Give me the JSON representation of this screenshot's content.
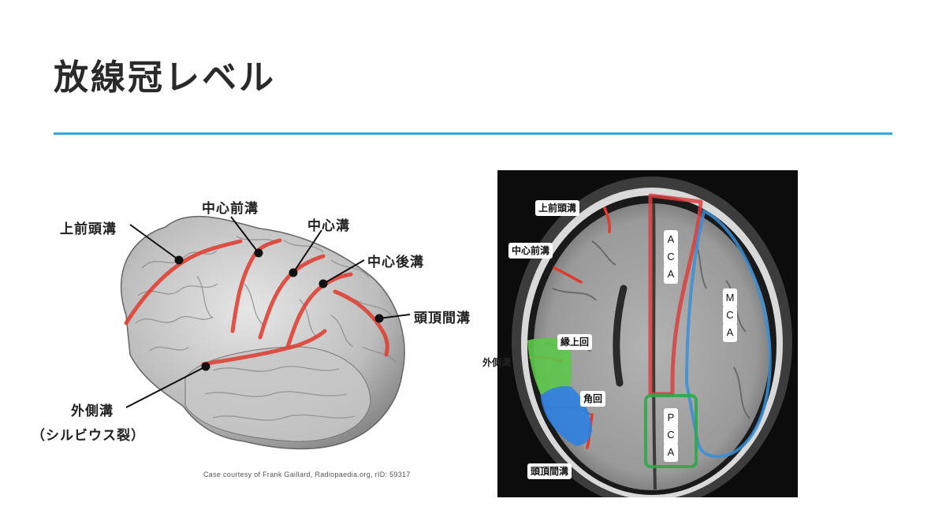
{
  "slide": {
    "title": "放線冠レベル"
  },
  "lateral_view": {
    "labels": {
      "superior_frontal_sulcus": "上前頭溝",
      "precentral_sulcus": "中心前溝",
      "central_sulcus": "中心溝",
      "postcentral_sulcus": "中心後溝",
      "intraparietal_sulcus": "頭頂間溝",
      "lateral_sulcus": "外側溝",
      "sylvian_fissure": "（シルビウス裂）"
    },
    "credit": "Case courtesy of Frank Gaillard, Radiopaedia.org, rID: 59317"
  },
  "mri_view": {
    "labels": {
      "superior_frontal_sulcus": "上前頭溝",
      "precentral_sulcus": "中心前溝",
      "supramarginal_gyrus": "縁上回",
      "lateral_sulcus": "外側溝",
      "angular_gyrus": "角回",
      "intraparietal_sulcus": "頭頂間溝"
    },
    "territories": {
      "aca": [
        "A",
        "C",
        "A"
      ],
      "mca": [
        "M",
        "C",
        "A"
      ],
      "pca": [
        "P",
        "C",
        "A"
      ]
    }
  },
  "colors": {
    "accent_rule": "#3aa6e0",
    "sulcus_red": "#e03a2e",
    "aca_red": "#d94040",
    "mca_blue": "#3a8fd6",
    "pca_green": "#2ea84a",
    "gyrus_green": "#5cc64a",
    "gyrus_blue": "#2f7fe0"
  }
}
